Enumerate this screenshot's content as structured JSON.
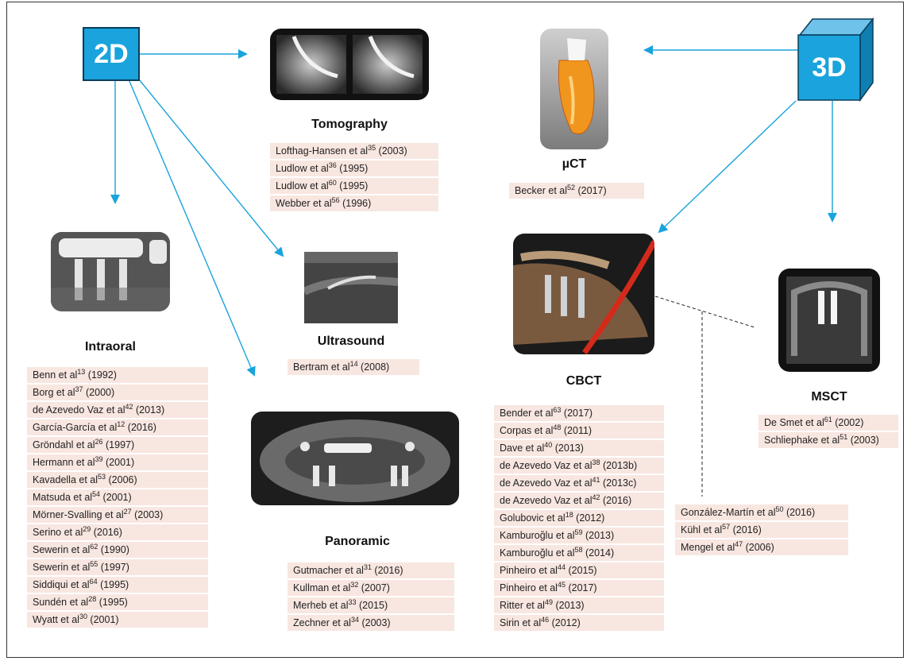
{
  "labels": {
    "twoD": "2D",
    "threeD": "3D"
  },
  "modalities": {
    "tomography": {
      "title": "Tomography",
      "refs": [
        {
          "a": "Lofthag-Hansen et al",
          "n": "35",
          "y": "(2003)"
        },
        {
          "a": "Ludlow et al",
          "n": "36",
          "y": "(1995)"
        },
        {
          "a": "Ludlow et al",
          "n": "60",
          "y": "(1995)"
        },
        {
          "a": "Webber et al",
          "n": "56",
          "y": "(1996)"
        }
      ]
    },
    "microct": {
      "title": "µCT",
      "refs": [
        {
          "a": "Becker et al",
          "n": "52",
          "y": "(2017)"
        }
      ]
    },
    "intraoral": {
      "title": "Intraoral",
      "refs": [
        {
          "a": "Benn et al",
          "n": "13",
          "y": "(1992)"
        },
        {
          "a": "Borg et al",
          "n": "37",
          "y": "(2000)"
        },
        {
          "a": "de Azevedo Vaz et al",
          "n": "42",
          "y": "(2013)"
        },
        {
          "a": "García-García et al",
          "n": "12",
          "y": "(2016)"
        },
        {
          "a": "Gröndahl et al",
          "n": "26",
          "y": "(1997)"
        },
        {
          "a": "Hermann et al",
          "n": "39",
          "y": "(2001)"
        },
        {
          "a": "Kavadella et al",
          "n": "53",
          "y": "(2006)"
        },
        {
          "a": "Matsuda et al",
          "n": "54",
          "y": "(2001)"
        },
        {
          "a": "Mörner-Svalling et al",
          "n": "27",
          "y": "(2003)"
        },
        {
          "a": "Serino et al",
          "n": "29",
          "y": "(2016)"
        },
        {
          "a": "Sewerin et al",
          "n": "62",
          "y": "(1990)"
        },
        {
          "a": "Sewerin et al",
          "n": "55",
          "y": "(1997)"
        },
        {
          "a": "Siddiqui et al",
          "n": "64",
          "y": "(1995)"
        },
        {
          "a": "Sundén et al",
          "n": "28",
          "y": "(1995)"
        },
        {
          "a": "Wyatt et al",
          "n": "30",
          "y": "(2001)"
        }
      ]
    },
    "ultrasound": {
      "title": "Ultrasound",
      "refs": [
        {
          "a": "Bertram et al",
          "n": "14",
          "y": "(2008)"
        }
      ]
    },
    "panoramic": {
      "title": "Panoramic",
      "refs": [
        {
          "a": "Gutmacher et al",
          "n": "31",
          "y": "(2016)"
        },
        {
          "a": "Kullman et al",
          "n": "32",
          "y": "(2007)"
        },
        {
          "a": "Merheb et al",
          "n": "33",
          "y": "(2015)"
        },
        {
          "a": "Zechner et al",
          "n": "34",
          "y": "(2003)"
        }
      ]
    },
    "cbct": {
      "title": "CBCT",
      "refs": [
        {
          "a": "Bender et al",
          "n": "63",
          "y": "(2017)"
        },
        {
          "a": "Corpas et al",
          "n": "48",
          "y": "(2011)"
        },
        {
          "a": "Dave et al",
          "n": "40",
          "y": "(2013)"
        },
        {
          "a": "de Azevedo Vaz et al",
          "n": "38",
          "y": "(2013b)"
        },
        {
          "a": "de Azevedo Vaz et al",
          "n": "41",
          "y": "(2013c)"
        },
        {
          "a": "de Azevedo Vaz et al",
          "n": "42",
          "y": "(2016)"
        },
        {
          "a": "Golubovic et al",
          "n": "18",
          "y": "(2012)"
        },
        {
          "a": "Kamburoğlu et al",
          "n": "59",
          "y": "(2013)"
        },
        {
          "a": "Kamburoğlu et al",
          "n": "58",
          "y": "(2014)"
        },
        {
          "a": "Pinheiro et al",
          "n": "44",
          "y": "(2015)"
        },
        {
          "a": "Pinheiro et al",
          "n": "45",
          "y": "(2017)"
        },
        {
          "a": "Ritter et al",
          "n": "49",
          "y": "(2013)"
        },
        {
          "a": "Sirin et al",
          "n": "46",
          "y": "(2012)"
        }
      ]
    },
    "msct": {
      "title": "MSCT",
      "refs": [
        {
          "a": "De Smet et al",
          "n": "61",
          "y": "(2002)"
        },
        {
          "a": "Schliephake et al",
          "n": "51",
          "y": "(2003)"
        }
      ]
    },
    "shared": {
      "refs": [
        {
          "a": "González-Martín et al",
          "n": "50",
          "y": "(2016)"
        },
        {
          "a": "Kühl et al",
          "n": "57",
          "y": "(2016)"
        },
        {
          "a": "Mengel et al",
          "n": "47",
          "y": "(2006)"
        }
      ]
    }
  },
  "colors": {
    "accent": "#1aa3dc",
    "refBg": "#f8e6e0",
    "arrow": "#1aa3dc"
  }
}
